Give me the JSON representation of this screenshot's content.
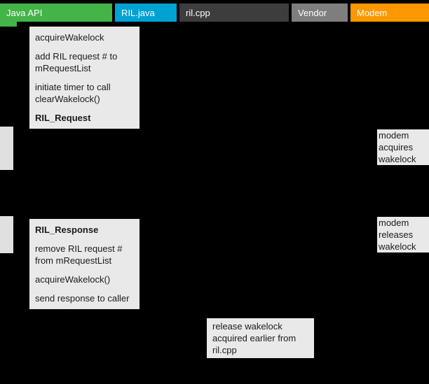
{
  "colors": {
    "background": "#000000",
    "note_background": "#e9e9e9",
    "note_text": "#1b1b1b",
    "activation_gray": "#e0e0e0"
  },
  "diagram": {
    "lanes": [
      {
        "label": "Java API",
        "color": "#44b449"
      },
      {
        "label": "RIL.java",
        "color": "#00a2d4"
      },
      {
        "label": "ril.cpp",
        "color": "#3d3d3d"
      },
      {
        "label": "Vendor",
        "color": "#7e7e7e"
      },
      {
        "label": "Modem",
        "color": "#ff9800"
      }
    ],
    "notes": {
      "ril_request": {
        "lines": [
          "acquireWakelock",
          "add RIL request # to mRequestList",
          "initiate timer to call clearWakelock()",
          "RIL_Request"
        ]
      },
      "modem_acquires": {
        "text": "modem acquires wakelock"
      },
      "modem_releases": {
        "text": "modem releases wakelock"
      },
      "ril_response": {
        "lines": [
          "RIL_Response",
          "remove RIL request # from mRequestList",
          "acquireWakelock()",
          "send response to caller"
        ]
      },
      "release_wakelock": {
        "text": "release wakelock acquired earlier from ril.cpp"
      }
    }
  }
}
